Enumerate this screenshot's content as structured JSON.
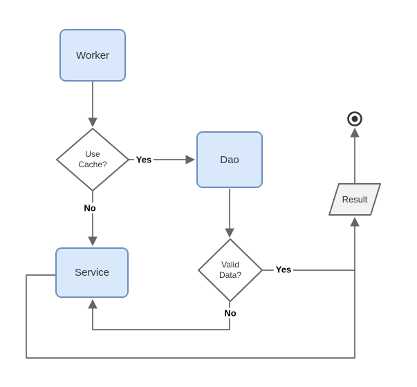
{
  "diagram": {
    "nodes": {
      "worker": {
        "label": "Worker",
        "type": "process"
      },
      "use_cache": {
        "label": "Use Cache?",
        "type": "decision"
      },
      "dao": {
        "label": "Dao",
        "type": "process"
      },
      "service": {
        "label": "Service",
        "type": "process"
      },
      "valid_data": {
        "label": "Valid Data?",
        "type": "decision"
      },
      "result": {
        "label": "Result",
        "type": "data"
      }
    },
    "edge_labels": {
      "use_cache_yes": "Yes",
      "use_cache_no": "No",
      "valid_data_yes": "Yes",
      "valid_data_no": "No"
    },
    "colors": {
      "process_fill": "#dae8fc",
      "process_border": "#6c8ebf",
      "decision_fill": "#ffffff",
      "decision_border": "#666666",
      "data_fill": "#f2f2f2",
      "data_border": "#666666",
      "connector": "#666666",
      "terminator": "#333333",
      "node_text": "#333333",
      "edge_label_text": "#000000"
    }
  }
}
